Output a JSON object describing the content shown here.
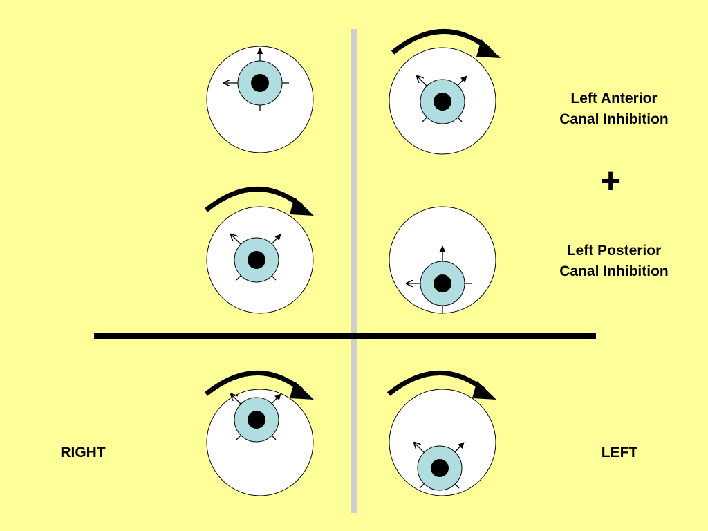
{
  "labels": {
    "left_anterior": [
      "Left Anterior",
      "Canal Inhibition"
    ],
    "plus": "+",
    "left_posterior": [
      "Left Posterior",
      "Canal Inhibition"
    ],
    "right": "RIGHT",
    "left": "LEFT"
  },
  "colors": {
    "background": "#ffff99",
    "sclera": "#ffffff",
    "iris": "#b0dde0",
    "pupil": "#000000",
    "divider_vertical": "#d0d0d0",
    "divider_horizontal": "#000000"
  },
  "eyes": [
    {
      "name": "eye-right-top",
      "position": "right column, top row",
      "gaze": "up",
      "torsion": "none",
      "rotation_arrow": false
    },
    {
      "name": "eye-left-top",
      "position": "left column, top row",
      "gaze": "center",
      "torsion": "rotated",
      "rotation_arrow": true
    },
    {
      "name": "eye-right-middle",
      "position": "right column, middle row",
      "gaze": "center",
      "torsion": "rotated",
      "rotation_arrow": true
    },
    {
      "name": "eye-left-middle",
      "position": "left column, middle row",
      "gaze": "down",
      "torsion": "none",
      "rotation_arrow": false
    },
    {
      "name": "eye-right-bottom",
      "position": "right column, bottom row",
      "gaze": "up",
      "torsion": "rotated",
      "rotation_arrow": true
    },
    {
      "name": "eye-left-bottom",
      "position": "left column, bottom row",
      "gaze": "down",
      "torsion": "rotated",
      "rotation_arrow": true
    }
  ]
}
